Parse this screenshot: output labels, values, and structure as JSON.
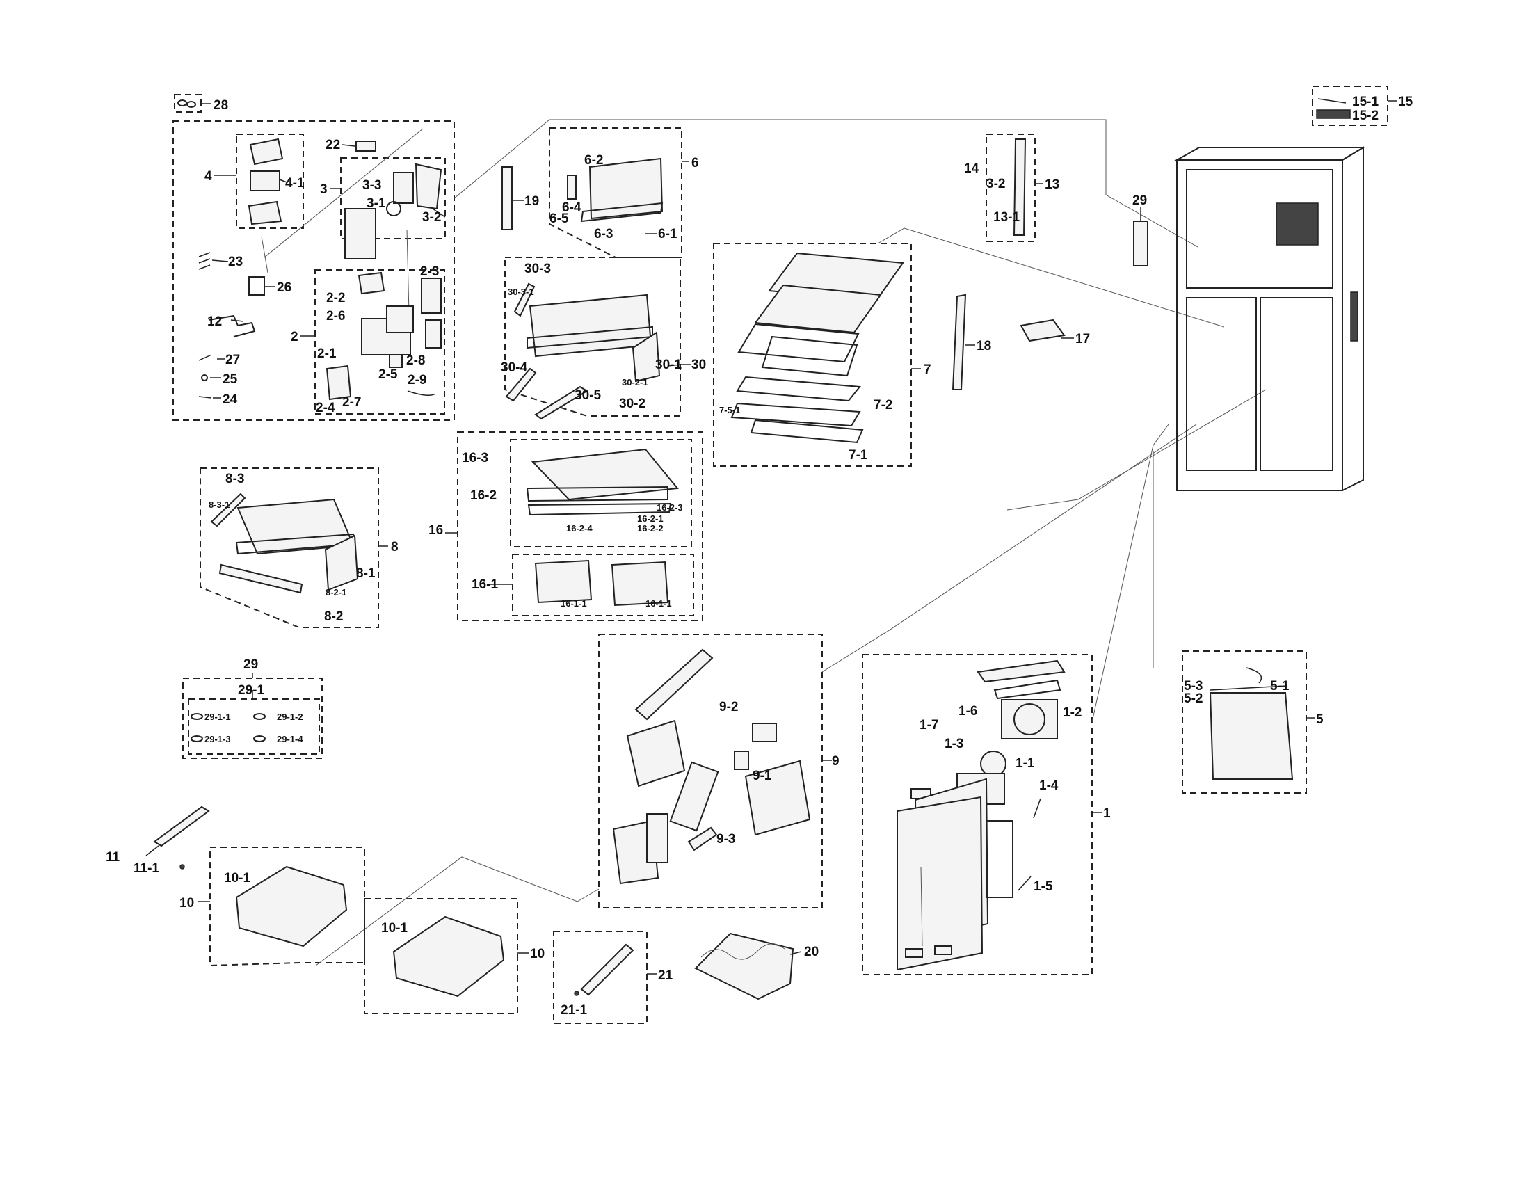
{
  "callouts": [
    {
      "id": "c28",
      "text": "28"
    },
    {
      "id": "c22",
      "text": "22"
    },
    {
      "id": "c4",
      "text": "4"
    },
    {
      "id": "c4-1",
      "text": "4-1"
    },
    {
      "id": "c3",
      "text": "3"
    },
    {
      "id": "c3-3",
      "text": "3-3"
    },
    {
      "id": "c3-1",
      "text": "3-1"
    },
    {
      "id": "c3-2a",
      "text": "3-2"
    },
    {
      "id": "c23",
      "text": "23"
    },
    {
      "id": "c26",
      "text": "26"
    },
    {
      "id": "c12",
      "text": "12"
    },
    {
      "id": "c2",
      "text": "2"
    },
    {
      "id": "c2-2",
      "text": "2-2"
    },
    {
      "id": "c2-6",
      "text": "2-6"
    },
    {
      "id": "c2-3",
      "text": "2-3"
    },
    {
      "id": "c2-1",
      "text": "2-1"
    },
    {
      "id": "c2-8",
      "text": "2-8"
    },
    {
      "id": "c2-5",
      "text": "2-5"
    },
    {
      "id": "c2-9",
      "text": "2-9"
    },
    {
      "id": "c2-4",
      "text": "2-4"
    },
    {
      "id": "c2-7",
      "text": "2-7"
    },
    {
      "id": "c27",
      "text": "27"
    },
    {
      "id": "c25",
      "text": "25"
    },
    {
      "id": "c24",
      "text": "24"
    },
    {
      "id": "c19",
      "text": "19"
    },
    {
      "id": "c6",
      "text": "6"
    },
    {
      "id": "c6-2",
      "text": "6-2"
    },
    {
      "id": "c6-4",
      "text": "6-4"
    },
    {
      "id": "c6-5",
      "text": "6-5"
    },
    {
      "id": "c6-3",
      "text": "6-3"
    },
    {
      "id": "c6-1",
      "text": "6-1"
    },
    {
      "id": "c30-3",
      "text": "30-3"
    },
    {
      "id": "c30-3-1",
      "text": "30-3-1"
    },
    {
      "id": "c30-1",
      "text": "30-1"
    },
    {
      "id": "c30",
      "text": "30"
    },
    {
      "id": "c30-2-1",
      "text": "30-2-1"
    },
    {
      "id": "c30-2",
      "text": "30-2"
    },
    {
      "id": "c30-4",
      "text": "30-4"
    },
    {
      "id": "c30-5",
      "text": "30-5"
    },
    {
      "id": "c7",
      "text": "7"
    },
    {
      "id": "c7-2",
      "text": "7-2"
    },
    {
      "id": "c7-5-1",
      "text": "7-5-1"
    },
    {
      "id": "c7-1",
      "text": "7-1"
    },
    {
      "id": "c14",
      "text": "14"
    },
    {
      "id": "c3-2b",
      "text": "3-2"
    },
    {
      "id": "c13",
      "text": "13"
    },
    {
      "id": "c13-1",
      "text": "13-1"
    },
    {
      "id": "c18",
      "text": "18"
    },
    {
      "id": "c17",
      "text": "17"
    },
    {
      "id": "c15-1",
      "text": "15-1"
    },
    {
      "id": "c15",
      "text": "15"
    },
    {
      "id": "c15-2",
      "text": "15-2"
    },
    {
      "id": "c29a",
      "text": "29"
    },
    {
      "id": "c8-3",
      "text": "8-3"
    },
    {
      "id": "c8-3-1",
      "text": "8-3-1"
    },
    {
      "id": "c8",
      "text": "8"
    },
    {
      "id": "c8-1",
      "text": "8-1"
    },
    {
      "id": "c8-2-1",
      "text": "8-2-1"
    },
    {
      "id": "c8-2",
      "text": "8-2"
    },
    {
      "id": "c16-3",
      "text": "16-3"
    },
    {
      "id": "c16-2",
      "text": "16-2"
    },
    {
      "id": "c16-2-3",
      "text": "16-2-3"
    },
    {
      "id": "c16-2-1",
      "text": "16-2-1"
    },
    {
      "id": "c16-2-4",
      "text": "16-2-4"
    },
    {
      "id": "c16-2-2",
      "text": "16-2-2"
    },
    {
      "id": "c16",
      "text": "16"
    },
    {
      "id": "c16-1",
      "text": "16-1"
    },
    {
      "id": "c16-1-1a",
      "text": "16-1-1"
    },
    {
      "id": "c16-1-1b",
      "text": "16-1-1"
    },
    {
      "id": "c29b",
      "text": "29"
    },
    {
      "id": "c29-1",
      "text": "29-1"
    },
    {
      "id": "c29-1-1",
      "text": "29-1-1"
    },
    {
      "id": "c29-1-2",
      "text": "29-1-2"
    },
    {
      "id": "c29-1-3",
      "text": "29-1-3"
    },
    {
      "id": "c29-1-4",
      "text": "29-1-4"
    },
    {
      "id": "c9-2",
      "text": "9-2"
    },
    {
      "id": "c9",
      "text": "9"
    },
    {
      "id": "c9-1",
      "text": "9-1"
    },
    {
      "id": "c9-3",
      "text": "9-3"
    },
    {
      "id": "c1-6",
      "text": "1-6"
    },
    {
      "id": "c1-2",
      "text": "1-2"
    },
    {
      "id": "c1-7",
      "text": "1-7"
    },
    {
      "id": "c1-3",
      "text": "1-3"
    },
    {
      "id": "c1-1",
      "text": "1-1"
    },
    {
      "id": "c1-4",
      "text": "1-4"
    },
    {
      "id": "c1",
      "text": "1"
    },
    {
      "id": "c1-5",
      "text": "1-5"
    },
    {
      "id": "c5-3",
      "text": "5-3"
    },
    {
      "id": "c5-1",
      "text": "5-1"
    },
    {
      "id": "c5-2",
      "text": "5-2"
    },
    {
      "id": "c5",
      "text": "5"
    },
    {
      "id": "c11",
      "text": "11"
    },
    {
      "id": "c11-1",
      "text": "11-1"
    },
    {
      "id": "c10-1a",
      "text": "10-1"
    },
    {
      "id": "c10a",
      "text": "10"
    },
    {
      "id": "c10-1b",
      "text": "10-1"
    },
    {
      "id": "c10b",
      "text": "10"
    },
    {
      "id": "c21",
      "text": "21"
    },
    {
      "id": "c21-1",
      "text": "21-1"
    },
    {
      "id": "c20",
      "text": "20"
    }
  ]
}
